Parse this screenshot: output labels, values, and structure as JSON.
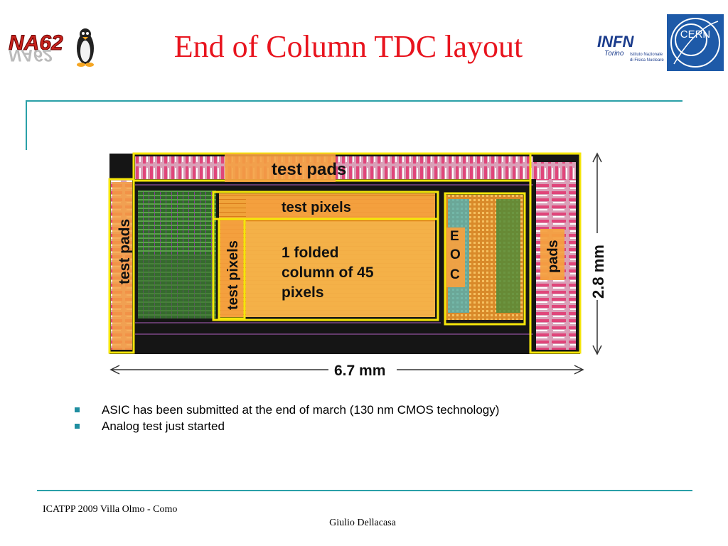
{
  "slide": {
    "title": "End of Column TDC layout"
  },
  "logos": {
    "na62": "NA62",
    "infn_main": "INFN",
    "infn_city": "Torino",
    "infn_sub1": "Istituto Nazionale",
    "infn_sub2": "di Fisica Nucleare",
    "cern": "CERN"
  },
  "figure": {
    "label_test_pads_top": "test pads",
    "label_test_pixels_top": "test pixels",
    "label_test_pads_left": "test pads",
    "label_test_pixels_left": "test pixels",
    "label_folded_1": "1 folded",
    "label_folded_2": "column of 45",
    "label_folded_3": "pixels",
    "label_eoc_e": "E",
    "label_eoc_o": "O",
    "label_eoc_c": "C",
    "label_pads_right": "pads",
    "dim_height": "2.8 mm",
    "dim_width": "6.7 mm"
  },
  "bullets": [
    "ASIC has been submitted at the end of march (130 nm CMOS technology)",
    "Analog test just started"
  ],
  "footer": {
    "event": "ICATPP 2009 Villa Olmo - Como",
    "author": "Giulio Dellacasa"
  },
  "colors": {
    "title": "#e8141e",
    "accent_rule": "#2aa0a8",
    "highlight_box": "#f5e60a",
    "label_fill": "#f4a040"
  }
}
